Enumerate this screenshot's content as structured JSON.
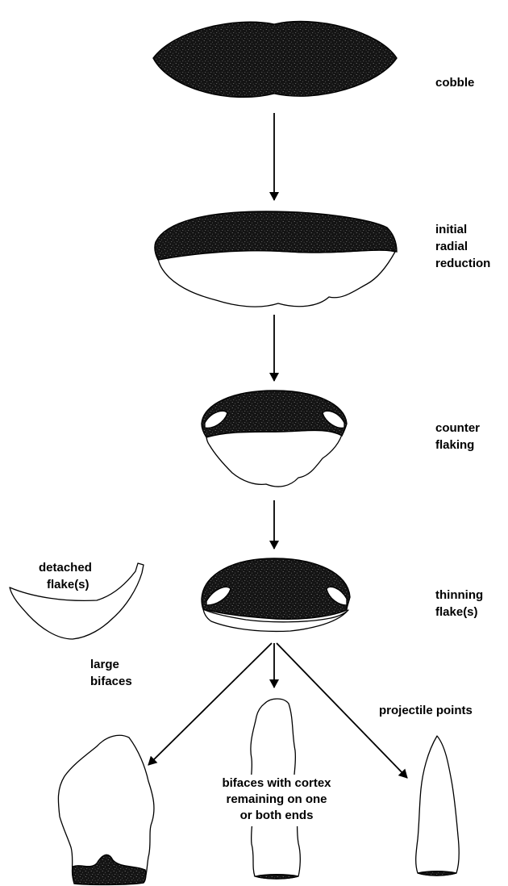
{
  "stages": {
    "cobble": "cobble",
    "initial_line1": "initial",
    "initial_line2": "radial",
    "initial_line3": "reduction",
    "counter_line1": "counter",
    "counter_line2": "flaking",
    "thinning_line1": "thinning",
    "thinning_line2": "flake(s)",
    "detached_line1": "detached",
    "detached_line2": "flake(s)"
  },
  "outcomes": {
    "large_line1": "large",
    "large_line2": "bifaces",
    "cortex_line1": "bifaces with cortex",
    "cortex_line2": "remaining on one",
    "cortex_line3": "or both ends",
    "projectile": "projectile points"
  },
  "colors": {
    "ink": "#000000",
    "cortex": "#1a1a1a",
    "paper": "#ffffff"
  }
}
